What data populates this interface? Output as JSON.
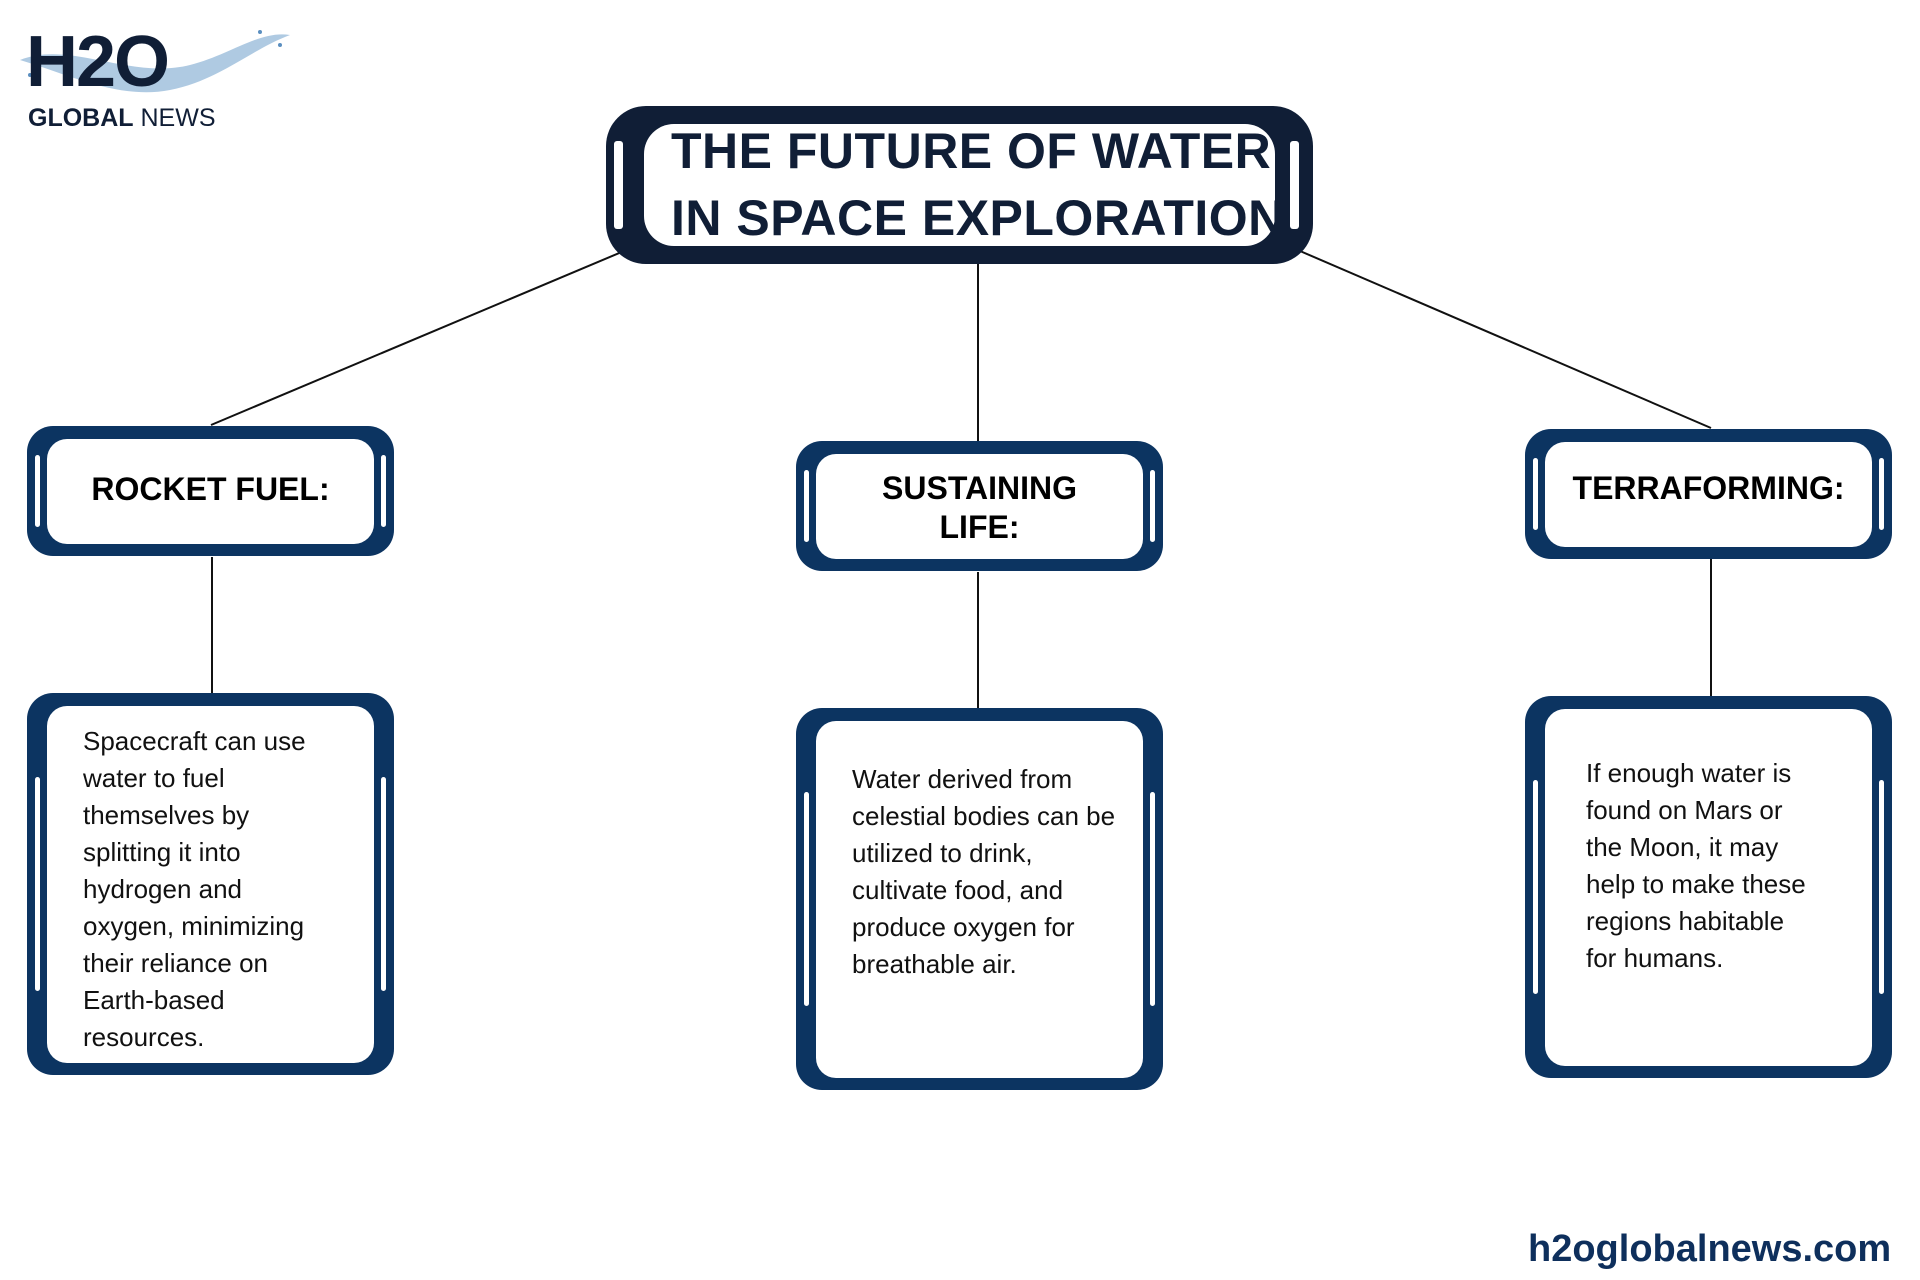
{
  "logo": {
    "brand": "H2O",
    "line1": "GLOBAL",
    "line2": "NEWS"
  },
  "title": {
    "line1": "THE FUTURE OF WATER",
    "line2": "IN SPACE EXPLORATION"
  },
  "branches": [
    {
      "label_lines": [
        "ROCKET FUEL:"
      ],
      "body_lines": [
        "Spacecraft can use",
        "water to fuel",
        "themselves by",
        "splitting it into",
        "hydrogen and",
        "oxygen, minimizing",
        "their reliance on",
        "Earth-based",
        "resources."
      ]
    },
    {
      "label_lines": [
        "SUSTAINING",
        "LIFE:"
      ],
      "body_lines": [
        "Water derived from",
        "celestial bodies can be",
        "utilized to drink,",
        "cultivate food, and",
        "produce oxygen for",
        "breathable air."
      ]
    },
    {
      "label_lines": [
        "TERRAFORMING:"
      ],
      "body_lines": [
        "If enough water is",
        "found on Mars or",
        "the Moon, it may",
        "help to make these",
        "regions habitable",
        "for humans."
      ]
    }
  ],
  "footer": {
    "url": "h2oglobalnews.com"
  },
  "colors": {
    "frame": "#0c3461",
    "title_frame": "#101e36",
    "text": "#101e36"
  }
}
